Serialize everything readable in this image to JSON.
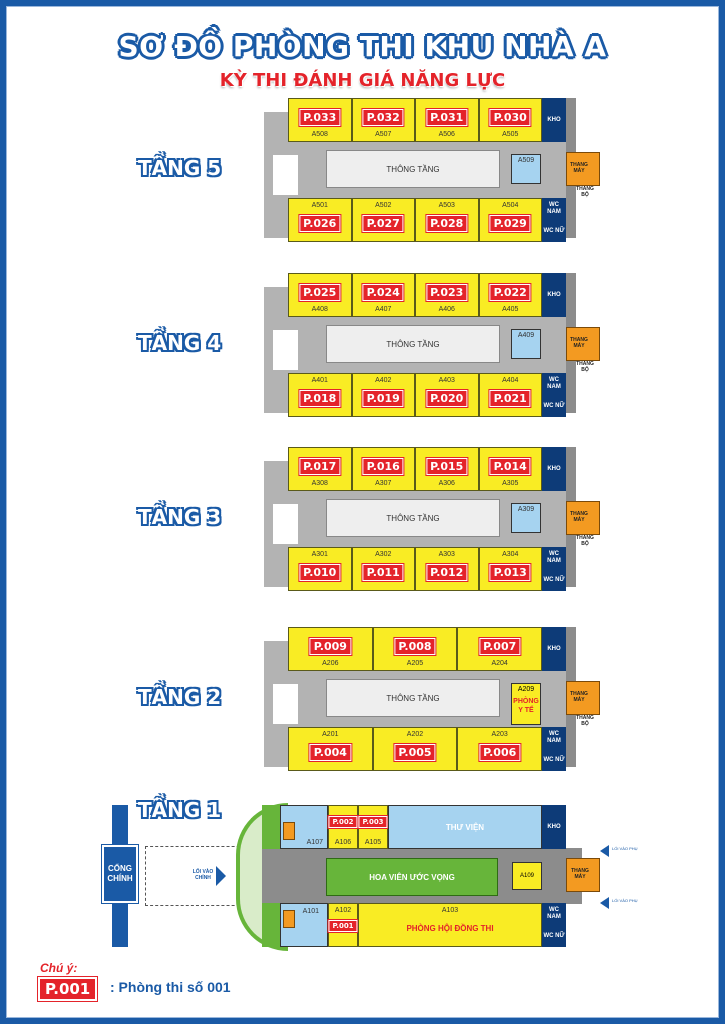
{
  "title": "SƠ ĐỒ PHÒNG THI KHU NHÀ A",
  "subtitle": "KỲ THI ĐÁNH GIÁ NĂNG LỰC",
  "labels": {
    "corridor": "THÔNG TẦNG",
    "kho": "KHO",
    "wc_nam": "WC NAM",
    "wc_nu": "WC NỮ",
    "thang_may": "THANG MÁY",
    "thang_bo": "THANG BỘ",
    "tang": "TẦNG"
  },
  "floors": [
    {
      "name": "TẦNG 5",
      "top_rooms": [
        {
          "room": "P.033",
          "code": "A508"
        },
        {
          "room": "P.032",
          "code": "A507"
        },
        {
          "room": "P.031",
          "code": "A506"
        },
        {
          "room": "P.030",
          "code": "A505"
        }
      ],
      "bottom_rooms": [
        {
          "room": "P.026",
          "code": "A501"
        },
        {
          "room": "P.027",
          "code": "A502"
        },
        {
          "room": "P.028",
          "code": "A503"
        },
        {
          "room": "P.029",
          "code": "A504"
        }
      ],
      "side_room": "A509"
    },
    {
      "name": "TẦNG 4",
      "top_rooms": [
        {
          "room": "P.025",
          "code": "A408"
        },
        {
          "room": "P.024",
          "code": "A407"
        },
        {
          "room": "P.023",
          "code": "A406"
        },
        {
          "room": "P.022",
          "code": "A405"
        }
      ],
      "bottom_rooms": [
        {
          "room": "P.018",
          "code": "A401"
        },
        {
          "room": "P.019",
          "code": "A402"
        },
        {
          "room": "P.020",
          "code": "A403"
        },
        {
          "room": "P.021",
          "code": "A404"
        }
      ],
      "side_room": "A409"
    },
    {
      "name": "TẦNG 3",
      "top_rooms": [
        {
          "room": "P.017",
          "code": "A308"
        },
        {
          "room": "P.016",
          "code": "A307"
        },
        {
          "room": "P.015",
          "code": "A306"
        },
        {
          "room": "P.014",
          "code": "A305"
        }
      ],
      "bottom_rooms": [
        {
          "room": "P.010",
          "code": "A301"
        },
        {
          "room": "P.011",
          "code": "A302"
        },
        {
          "room": "P.012",
          "code": "A303"
        },
        {
          "room": "P.013",
          "code": "A304"
        }
      ],
      "side_room": "A309"
    },
    {
      "name": "TẦNG 2",
      "top_rooms": [
        {
          "room": "P.009",
          "code": "A206"
        },
        {
          "room": "P.008",
          "code": "A205"
        },
        {
          "room": "P.007",
          "code": "A204"
        }
      ],
      "bottom_rooms": [
        {
          "room": "P.004",
          "code": "A201"
        },
        {
          "room": "P.005",
          "code": "A202"
        },
        {
          "room": "P.006",
          "code": "A203"
        }
      ],
      "side_room": "A209",
      "side_room_name": "PHÒNG Y TẾ"
    }
  ],
  "floor1": {
    "name": "TẦNG 1",
    "gate": "CỔNG CHÍNH",
    "entrance": "LỐI VÀO CHÍNH",
    "library": "THƯ VIỆN",
    "garden": "HOA VIÊN ƯỚC VỌNG",
    "hall": "PHÒNG HỘI ĐỒNG THI",
    "rooms": [
      {
        "room": "P.002",
        "code": "A106"
      },
      {
        "room": "P.003",
        "code": "A105"
      },
      {
        "room": "P.001",
        "code": "A102"
      }
    ],
    "codes": {
      "a107": "A107",
      "a101": "A101",
      "a103": "A103",
      "a109": "A109"
    },
    "side_entry": "LỐI VÀO PHỤ"
  },
  "note": {
    "label": "Chú ý:",
    "badge": "P.001",
    "text": ":  Phòng thi số 001"
  },
  "colors": {
    "border": "#1a5aa6",
    "room": "#f9ec24",
    "badge": "#e4232a",
    "navy": "#0d3b78",
    "orange": "#f39a21",
    "green": "#67b53a",
    "lightblue": "#a6d3f0"
  }
}
